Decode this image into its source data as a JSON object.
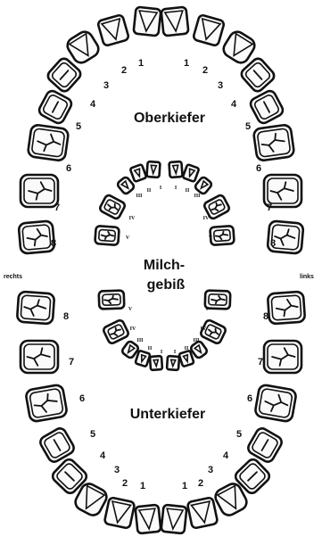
{
  "labels": {
    "upper_jaw": "Oberkiefer",
    "lower_jaw": "Unterkiefer",
    "milk_line1": "Milch-",
    "milk_line2": "gebiß",
    "right": "rechts",
    "left": "links"
  },
  "permanent_tooth_numbers": [
    "1",
    "2",
    "3",
    "4",
    "5",
    "6",
    "7",
    "8"
  ],
  "milk_tooth_numerals": [
    "I",
    "II",
    "III",
    "IV",
    "V"
  ],
  "colors": {
    "ink": "#111111",
    "paper": "#ffffff"
  }
}
